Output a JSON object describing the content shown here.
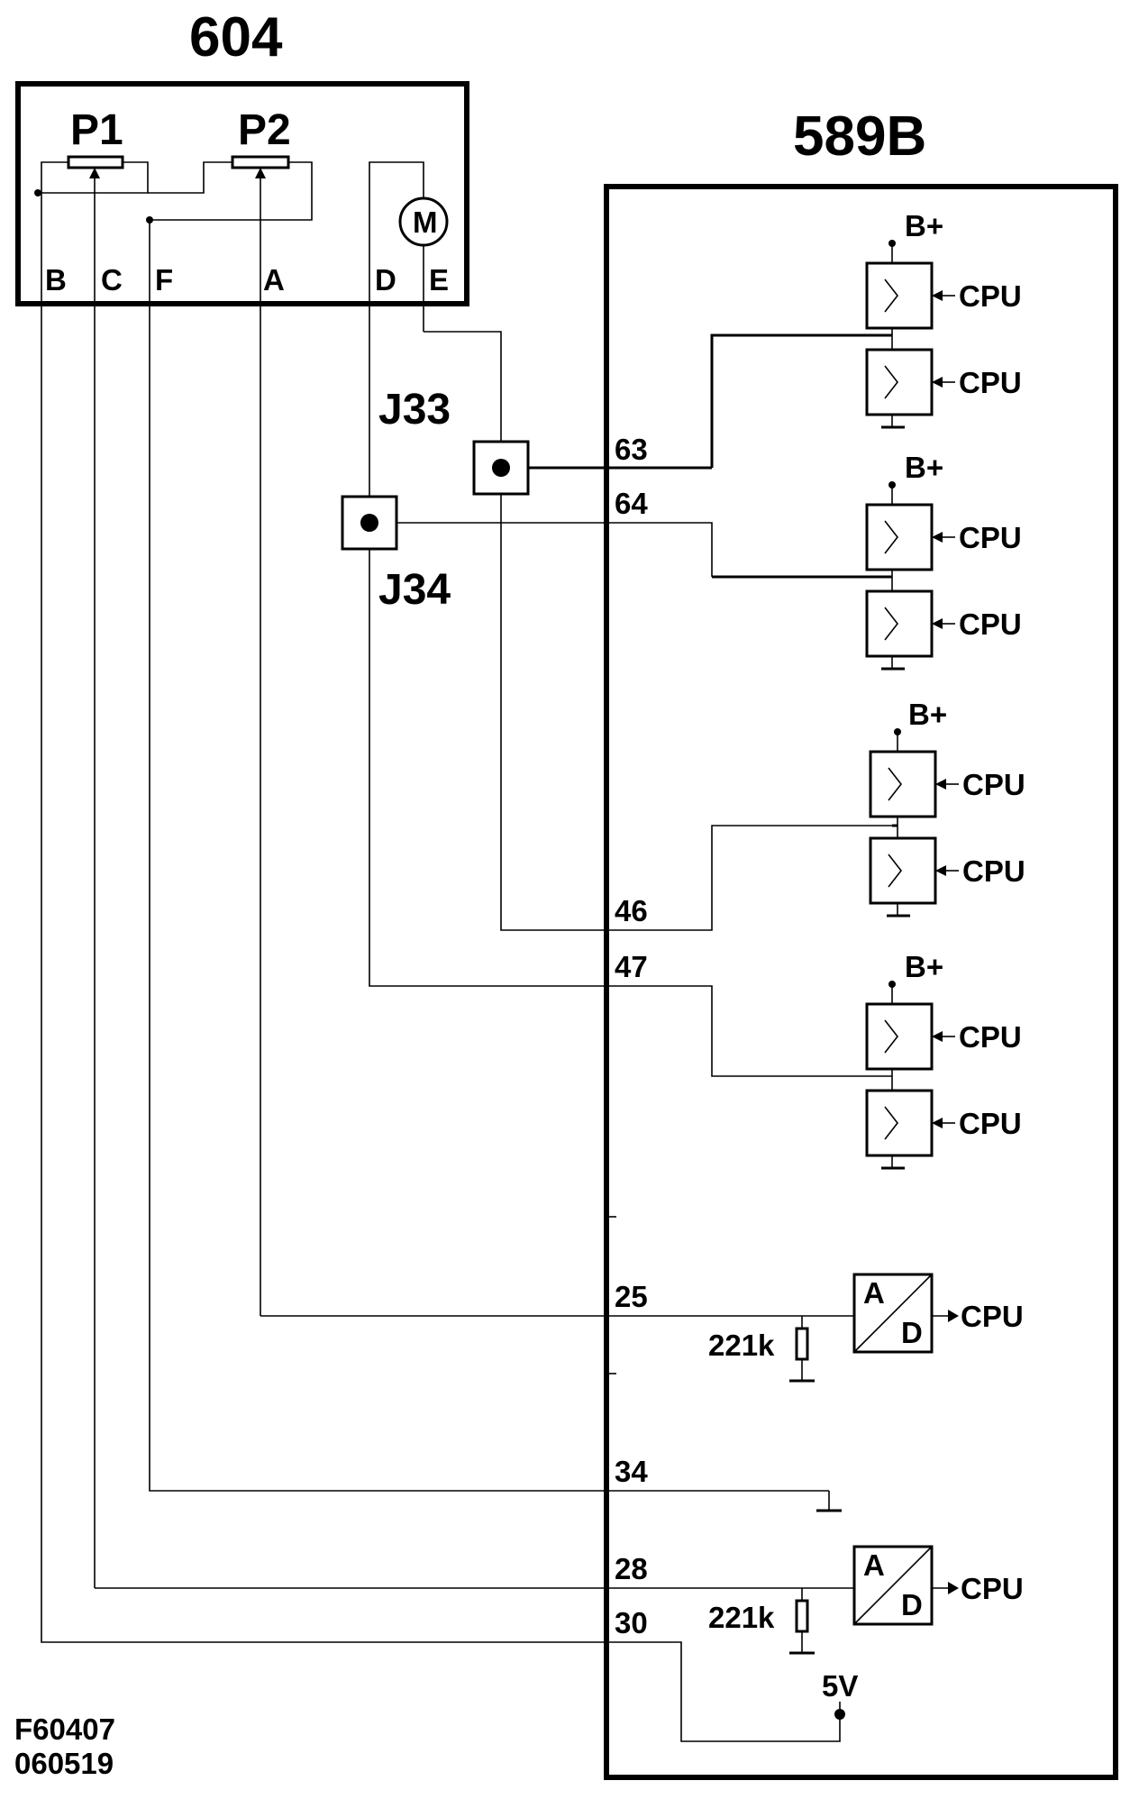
{
  "diagram": {
    "components": {
      "sensor_unit": "604",
      "control_module": "589B"
    },
    "sensor_parts": {
      "pot1": "P1",
      "pot2": "P2",
      "motor": "M"
    },
    "sensor_pins": [
      "B",
      "C",
      "F",
      "A",
      "D",
      "E"
    ],
    "junctions": {
      "j33": "J33",
      "j34": "J34"
    },
    "module_pins": [
      "63",
      "64",
      "46",
      "47",
      "25",
      "34",
      "28",
      "30"
    ],
    "driver_stages": {
      "supply_label": "B+",
      "input_label": "CPU",
      "count": 4
    },
    "converters": {
      "top_label": "A",
      "bottom_label": "D",
      "output_label": "CPU"
    },
    "resistors": [
      "221k",
      "221k"
    ],
    "supply_5v": "5V",
    "figure_id": "F60407",
    "figure_date": "060519"
  }
}
